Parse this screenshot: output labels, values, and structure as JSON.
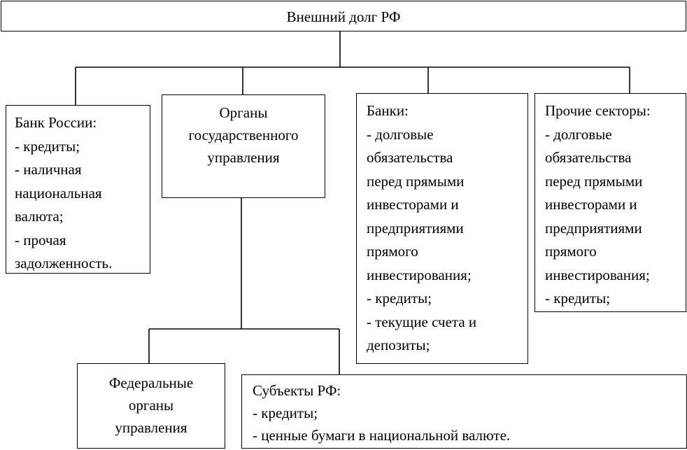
{
  "diagram": {
    "root": {
      "label": "Внешний долг РФ"
    },
    "bank_russia": {
      "lines": [
        "Банк России:",
        "- кредиты;",
        "- наличная",
        "национальная",
        "валюта;",
        "- прочая",
        "задолженность."
      ]
    },
    "gov_bodies": {
      "lines": [
        "Органы",
        "государственного",
        "управления"
      ]
    },
    "banks": {
      "lines": [
        "Банки:",
        "- долговые",
        "обязательства",
        "перед прямыми",
        "инвесторами и",
        "предприятиями",
        "прямого",
        "инвестирования;",
        "- кредиты;",
        "- текущие счета и",
        "депозиты;"
      ]
    },
    "other_sectors": {
      "lines": [
        "Прочие секторы:",
        "- долговые",
        "обязательства",
        "перед прямыми",
        "инвесторами и",
        "предприятиями",
        "прямого",
        "инвестирования;",
        "- кредиты;"
      ]
    },
    "federal_bodies": {
      "lines": [
        "Федеральные",
        "органы",
        "управления"
      ]
    },
    "subjects_rf": {
      "lines": [
        "Субъекты РФ:",
        "- кредиты;",
        "- ценные бумаги в национальной валюте."
      ]
    }
  }
}
